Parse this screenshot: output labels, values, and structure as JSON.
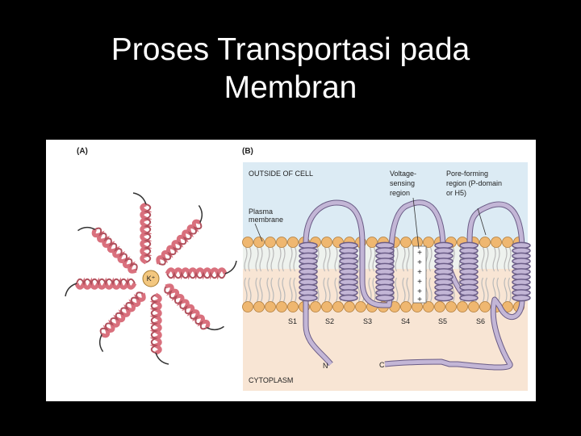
{
  "slide": {
    "title_line1": "Proses Transportasi pada",
    "title_line2": "Membran"
  },
  "figure": {
    "panel_a": {
      "label": "(A)",
      "ion": "K⁺"
    },
    "panel_b": {
      "label": "(B)",
      "outside": "OUTSIDE OF CELL",
      "plasma_1": "Plasma",
      "plasma_2": "membrane",
      "voltage_1": "Voltage-",
      "voltage_2": "sensing",
      "voltage_3": "region",
      "pore_1": "Pore-forming",
      "pore_2": "region (P-domain",
      "pore_3": "or H5)",
      "segments": [
        "S1",
        "S2",
        "S3",
        "S4",
        "S5",
        "S6"
      ],
      "n_term": "N",
      "c_term": "C",
      "cytoplasm": "CYTOPLASM",
      "charge": "+"
    }
  },
  "colors": {
    "background": "#000000",
    "title": "#ffffff",
    "outside_region": "#dcebf4",
    "cytoplasm_region": "#f8e5d4",
    "lipid_head": "#efb770",
    "protein_fill": "#c3b6d6",
    "protein_stroke": "#6a5c86",
    "helix_a": "#e07d88"
  }
}
